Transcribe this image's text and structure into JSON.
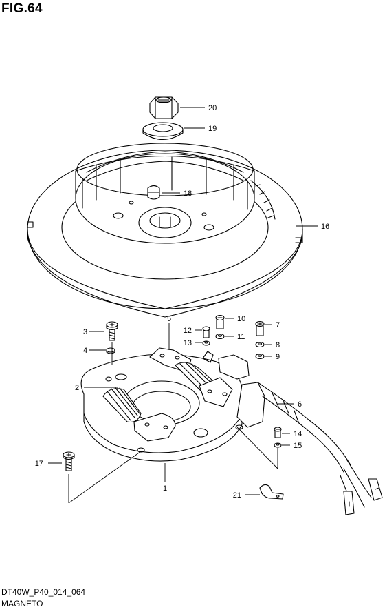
{
  "figure": {
    "title": "FIG.64",
    "code": "DT40W_P40_014_064",
    "name": "MAGNETO"
  },
  "callouts": [
    "1",
    "2",
    "3",
    "4",
    "5",
    "6",
    "7",
    "8",
    "9",
    "10",
    "11",
    "12",
    "13",
    "14",
    "15",
    "16",
    "17",
    "18",
    "19",
    "20",
    "21"
  ],
  "colors": {
    "line": "#000000",
    "background": "#ffffff"
  }
}
